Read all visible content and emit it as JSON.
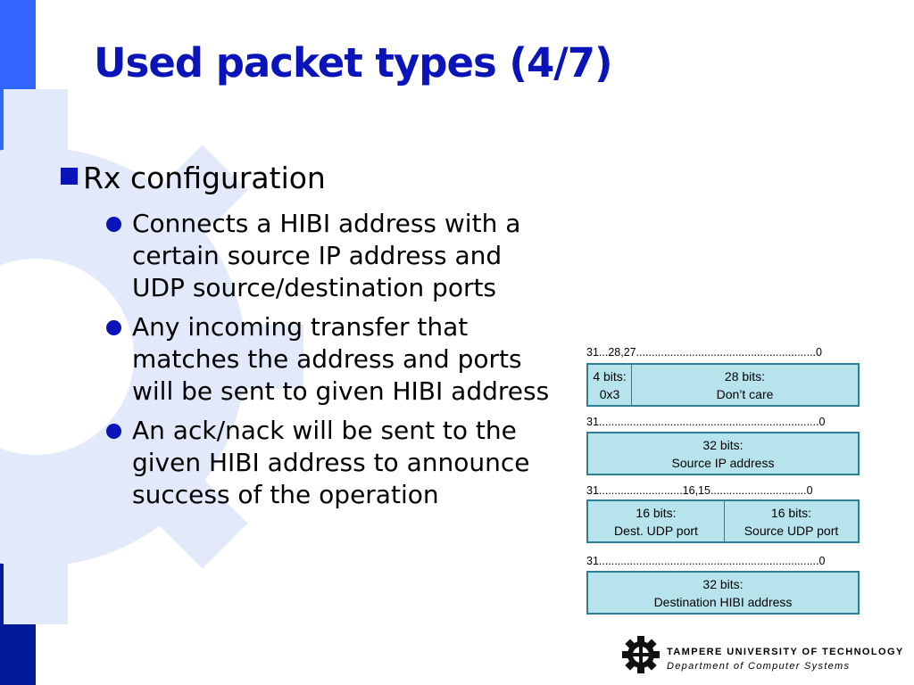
{
  "slide": {
    "title": "Used packet types (4/7)",
    "bullet": "Rx configuration",
    "sub_bullets": [
      "Connects a HIBI address with a certain source IP address and UDP source/destination ports",
      "Any incoming transfer that matches the address and ports will be sent to given HIBI address",
      "An ack/nack will be sent to the given HIBI address to announce success of the operation"
    ]
  },
  "diagram": {
    "words": [
      {
        "bit_label": "31...28,27..........................................................0",
        "fields": [
          {
            "size": "4 bits:",
            "name": "0x3"
          },
          {
            "size": "28 bits:",
            "name": "Don’t care"
          }
        ]
      },
      {
        "bit_label": "31.......................................................................0",
        "fields": [
          {
            "size": "32 bits:",
            "name": "Source IP address"
          }
        ]
      },
      {
        "bit_label": "31...........................16,15...............................0",
        "fields": [
          {
            "size": "16 bits:",
            "name": "Dest. UDP port"
          },
          {
            "size": "16 bits:",
            "name": "Source UDP port"
          }
        ]
      },
      {
        "bit_label": "31.......................................................................0",
        "fields": [
          {
            "size": "32 bits:",
            "name": "Destination HIBI address"
          }
        ]
      }
    ]
  },
  "footer": {
    "organization": "TAMPERE UNIVERSITY OF TECHNOLOGY",
    "department": "Department of Computer Systems"
  },
  "colors": {
    "title": "#0a14b8",
    "accent_bar": "#3366ff",
    "field_fill": "#b7e3ec",
    "field_border": "#2f7f93"
  }
}
